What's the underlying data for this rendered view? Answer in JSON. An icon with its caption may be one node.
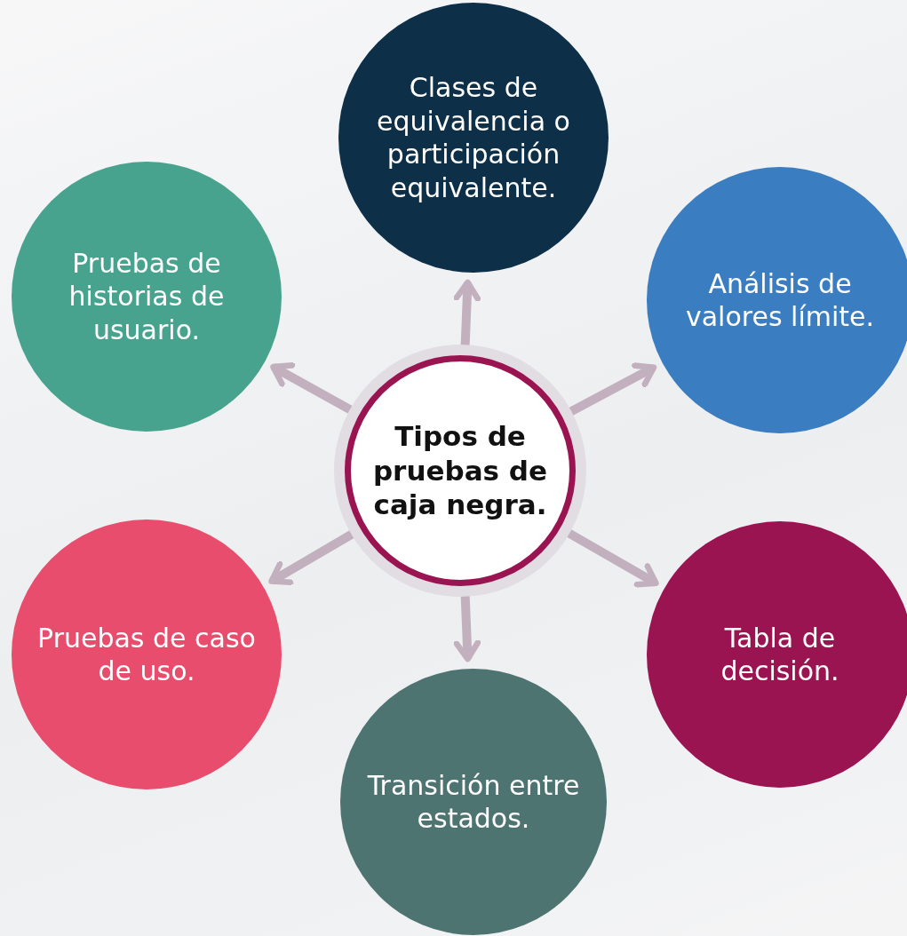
{
  "diagram": {
    "nodes": [
      {
        "text": [
          "Tipos de pruebas de caja negra."
        ]
      },
      {
        "text": [
          "Clases de equivalencia o participación equivalente."
        ]
      },
      {
        "text": [
          "Pruebas de historias de usuario."
        ]
      },
      {
        "text": [
          "Análisis de valores límite."
        ]
      },
      {
        "text": [
          "Pruebas de caso de uso."
        ]
      },
      {
        "text": [
          "Tabla de decisión."
        ]
      },
      {
        "text": [
          "Transición entre estados."
        ]
      }
    ],
    "edges": [
      {
        "from": 0,
        "to": 1,
        "arrow": "to"
      },
      {
        "from": 0,
        "to": 2,
        "arrow": "to"
      },
      {
        "from": 0,
        "to": 3,
        "arrow": "to"
      },
      {
        "from": 0,
        "to": 4,
        "arrow": "to"
      },
      {
        "from": 0,
        "to": 5,
        "arrow": "to"
      },
      {
        "from": 0,
        "to": 6,
        "arrow": "to"
      }
    ]
  }
}
